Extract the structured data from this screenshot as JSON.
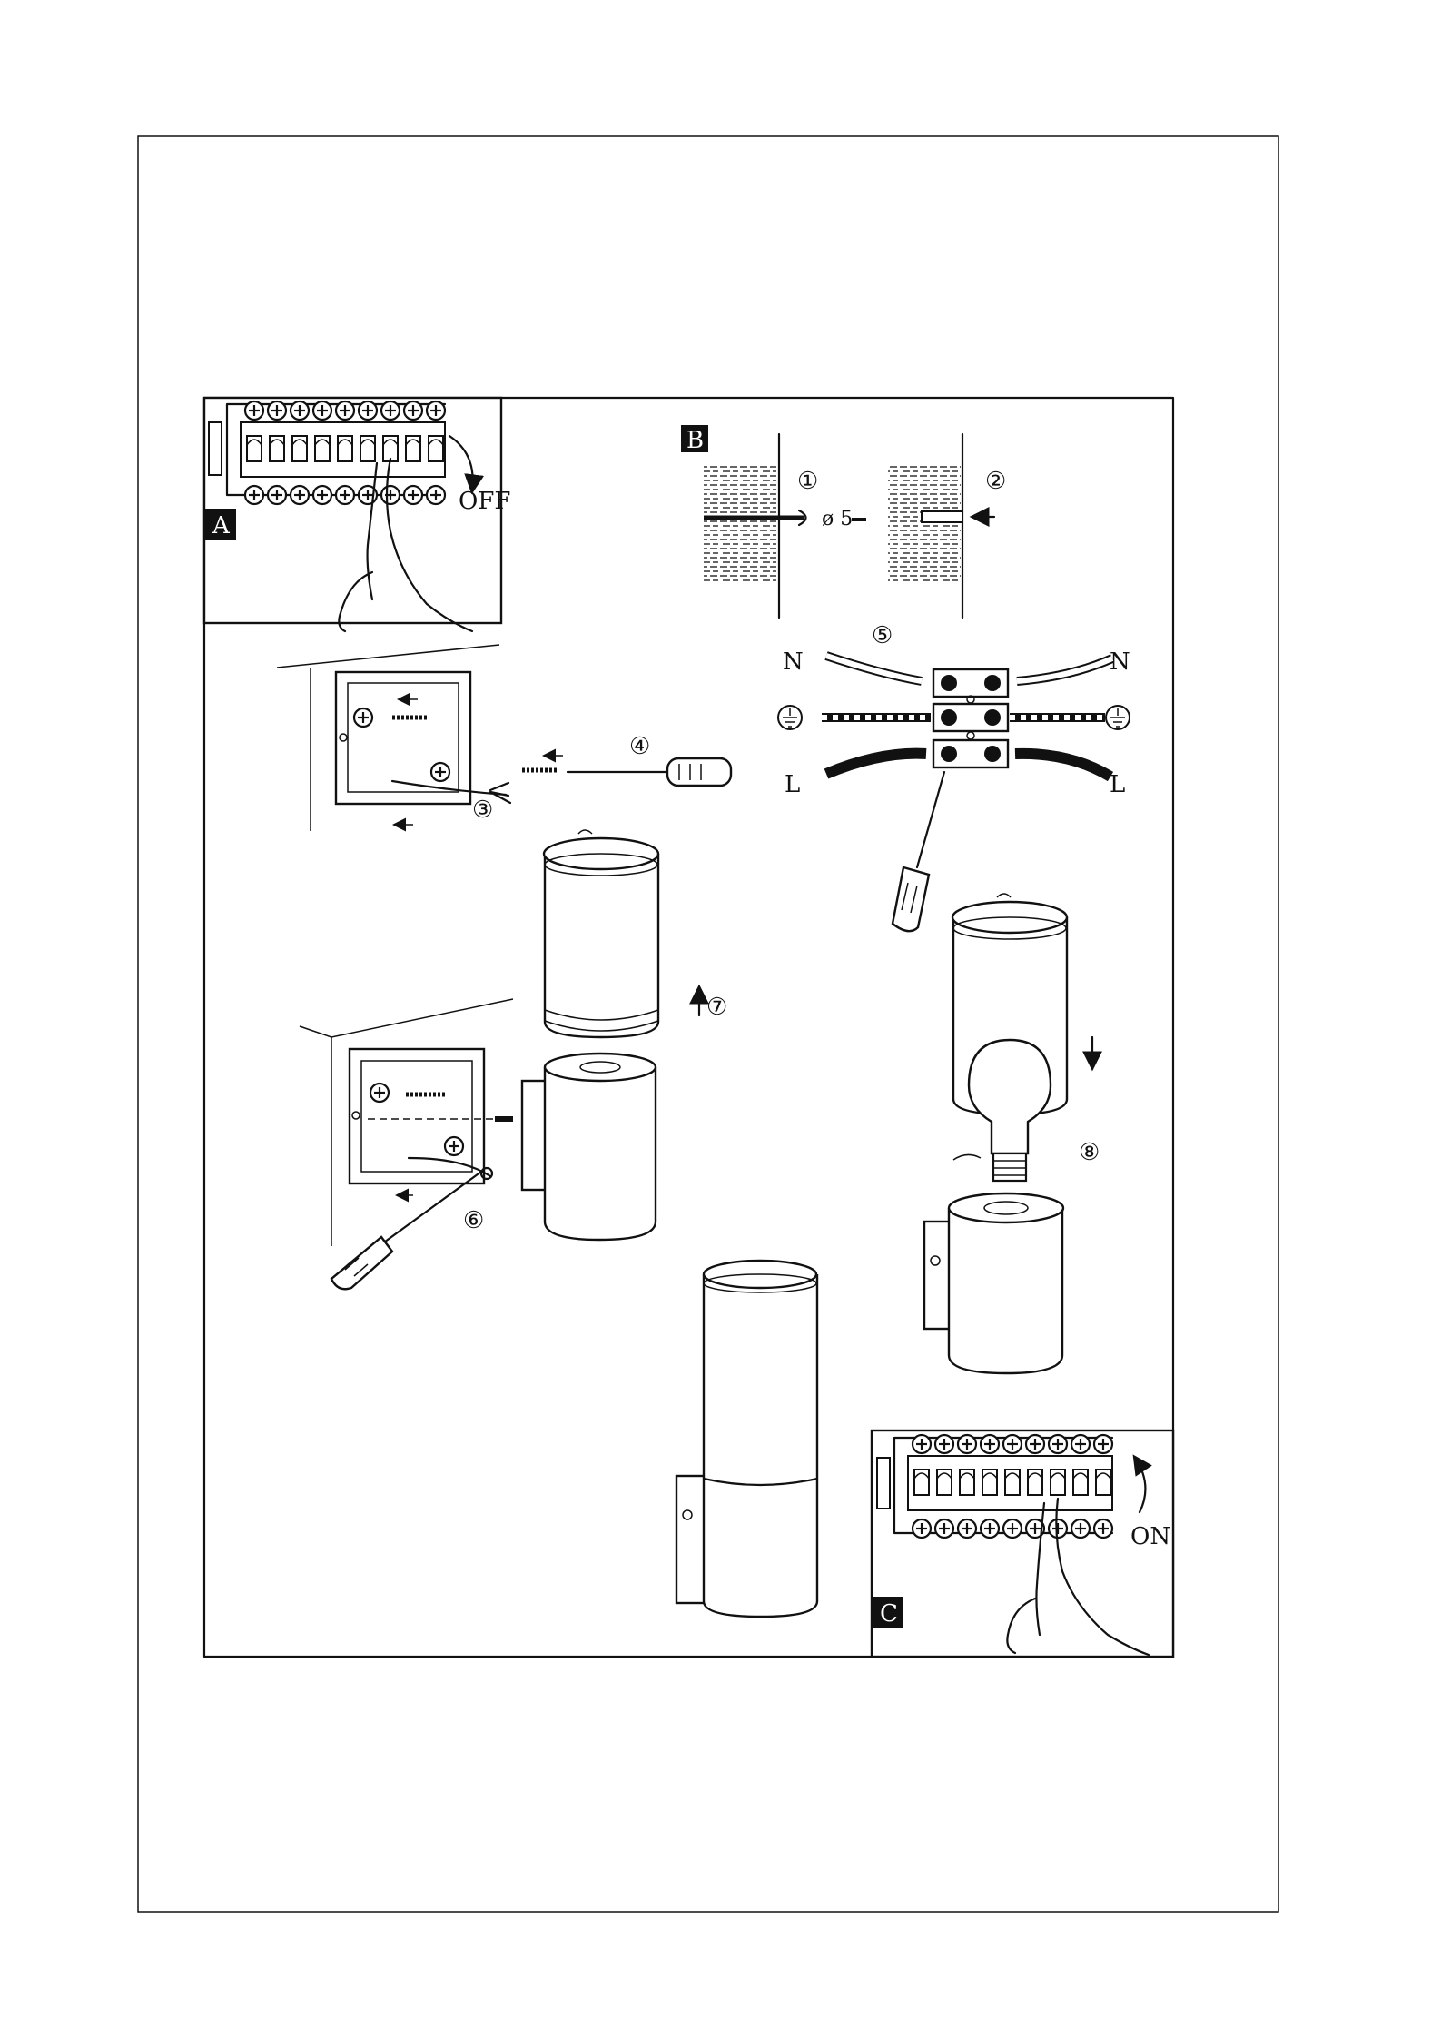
{
  "panels": {
    "A": {
      "letter": "A",
      "switch_label": "OFF"
    },
    "B": {
      "letter": "B"
    },
    "C": {
      "letter": "C",
      "switch_label": "ON"
    }
  },
  "steps": {
    "s1": "①",
    "s2": "②",
    "s3": "③",
    "s4": "④",
    "s5": "⑤",
    "s6": "⑥",
    "s7": "⑦",
    "s8": "⑧"
  },
  "drill": {
    "size": "ø 5"
  },
  "wiring": {
    "neutral": "N",
    "live": "L",
    "earth_icon": "earth-ground-icon"
  },
  "colors": {
    "ink": "#111111",
    "paper": "#ffffff"
  }
}
